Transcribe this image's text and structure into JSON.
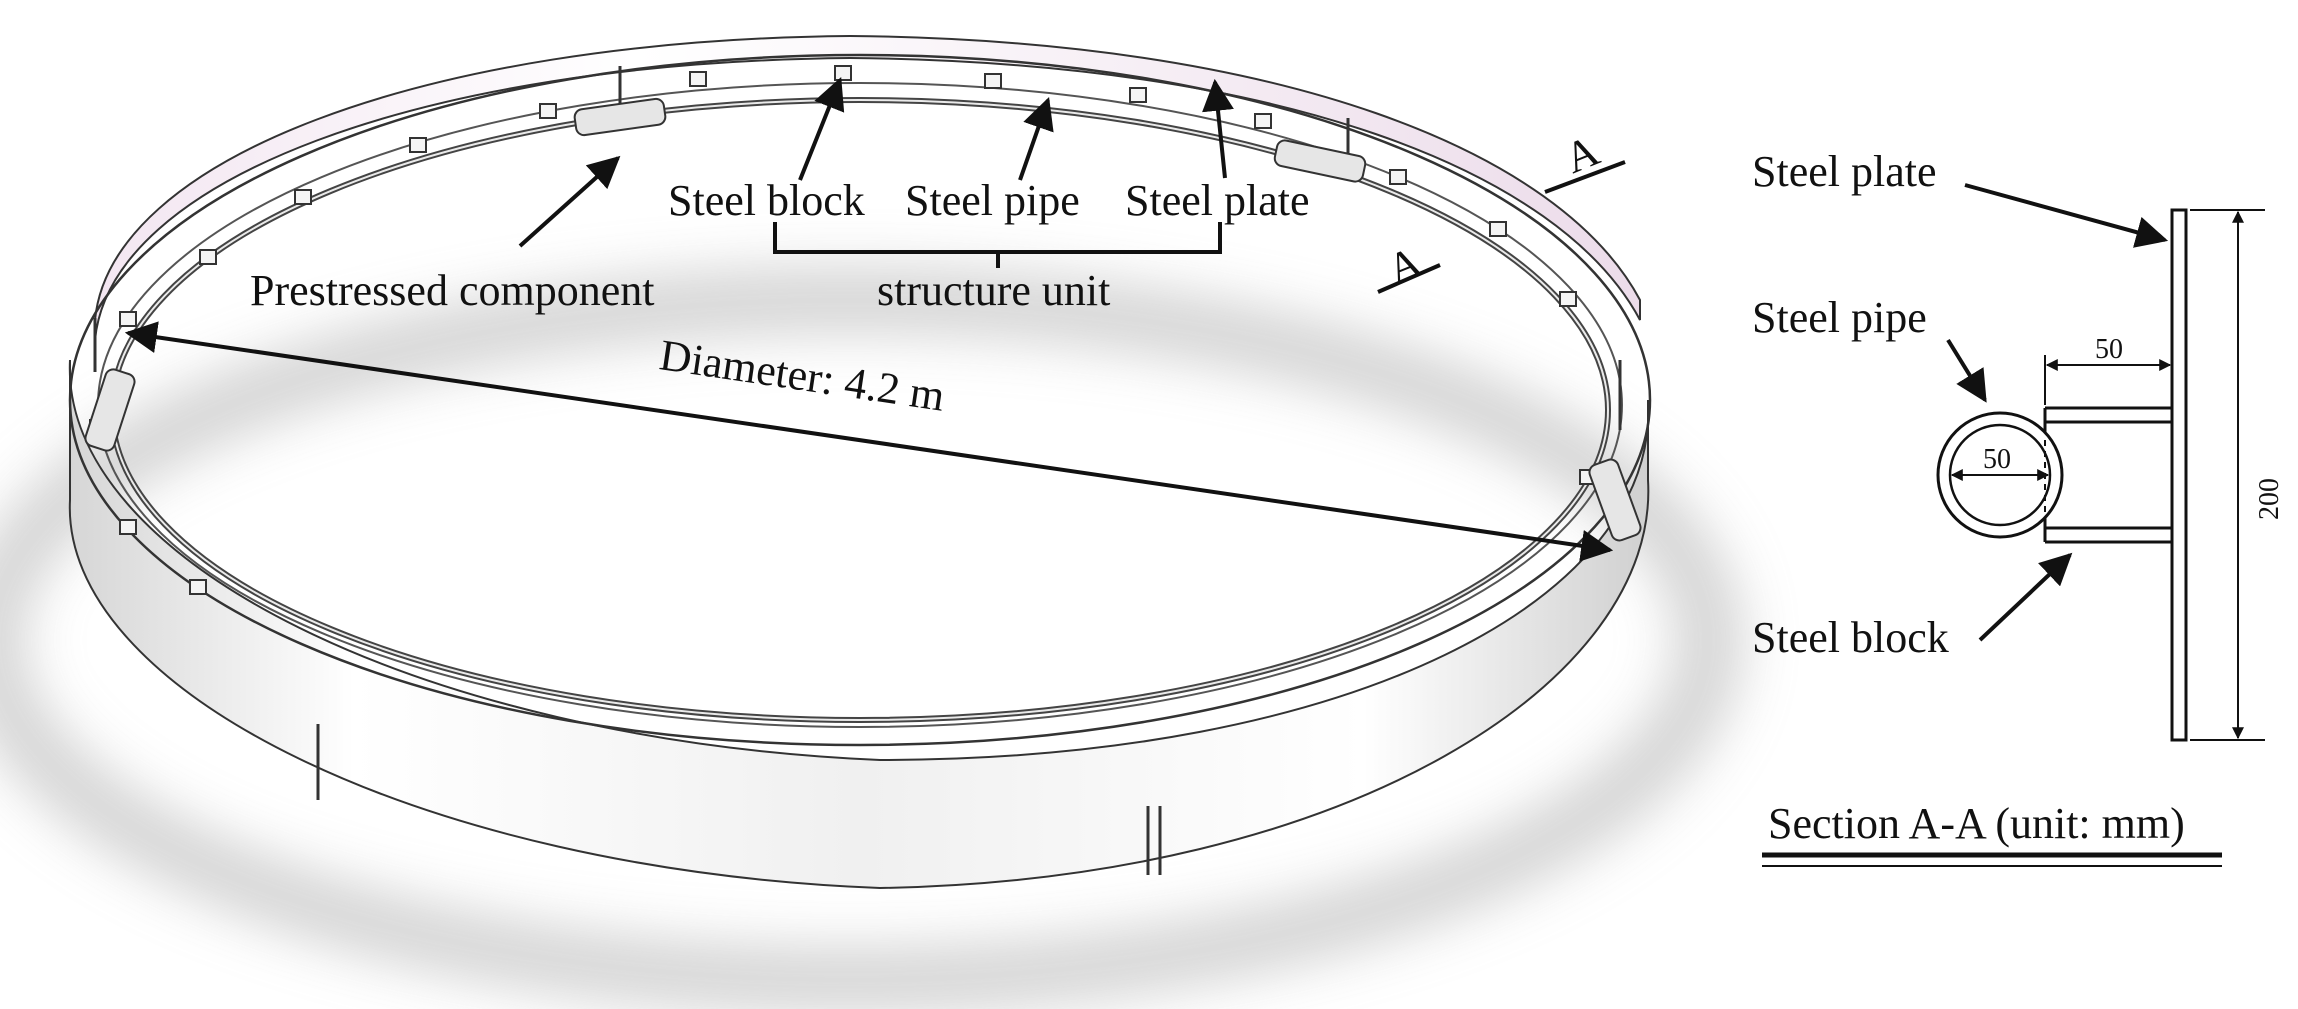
{
  "ring": {
    "labels": {
      "steel_block": "Steel block",
      "steel_pipe": "Steel pipe",
      "steel_plate": "Steel plate",
      "prestressed": "Prestressed component",
      "structure_unit": "structure unit",
      "diameter": "Diameter: 4.2 m",
      "section_mark": "A"
    }
  },
  "section": {
    "labels": {
      "steel_plate": "Steel plate",
      "steel_pipe": "Steel pipe",
      "steel_block": "Steel block",
      "title": "Section A-A (unit: mm)"
    },
    "dims": {
      "offset": "50",
      "pipe_diameter": "50",
      "height": "200"
    }
  },
  "colors": {
    "line": "#111111",
    "plate_light": "#ffffff",
    "plate_tint": "#f3e7f1",
    "plate_shade": "#cfcfcf",
    "shadow": "#b9b9b9"
  }
}
